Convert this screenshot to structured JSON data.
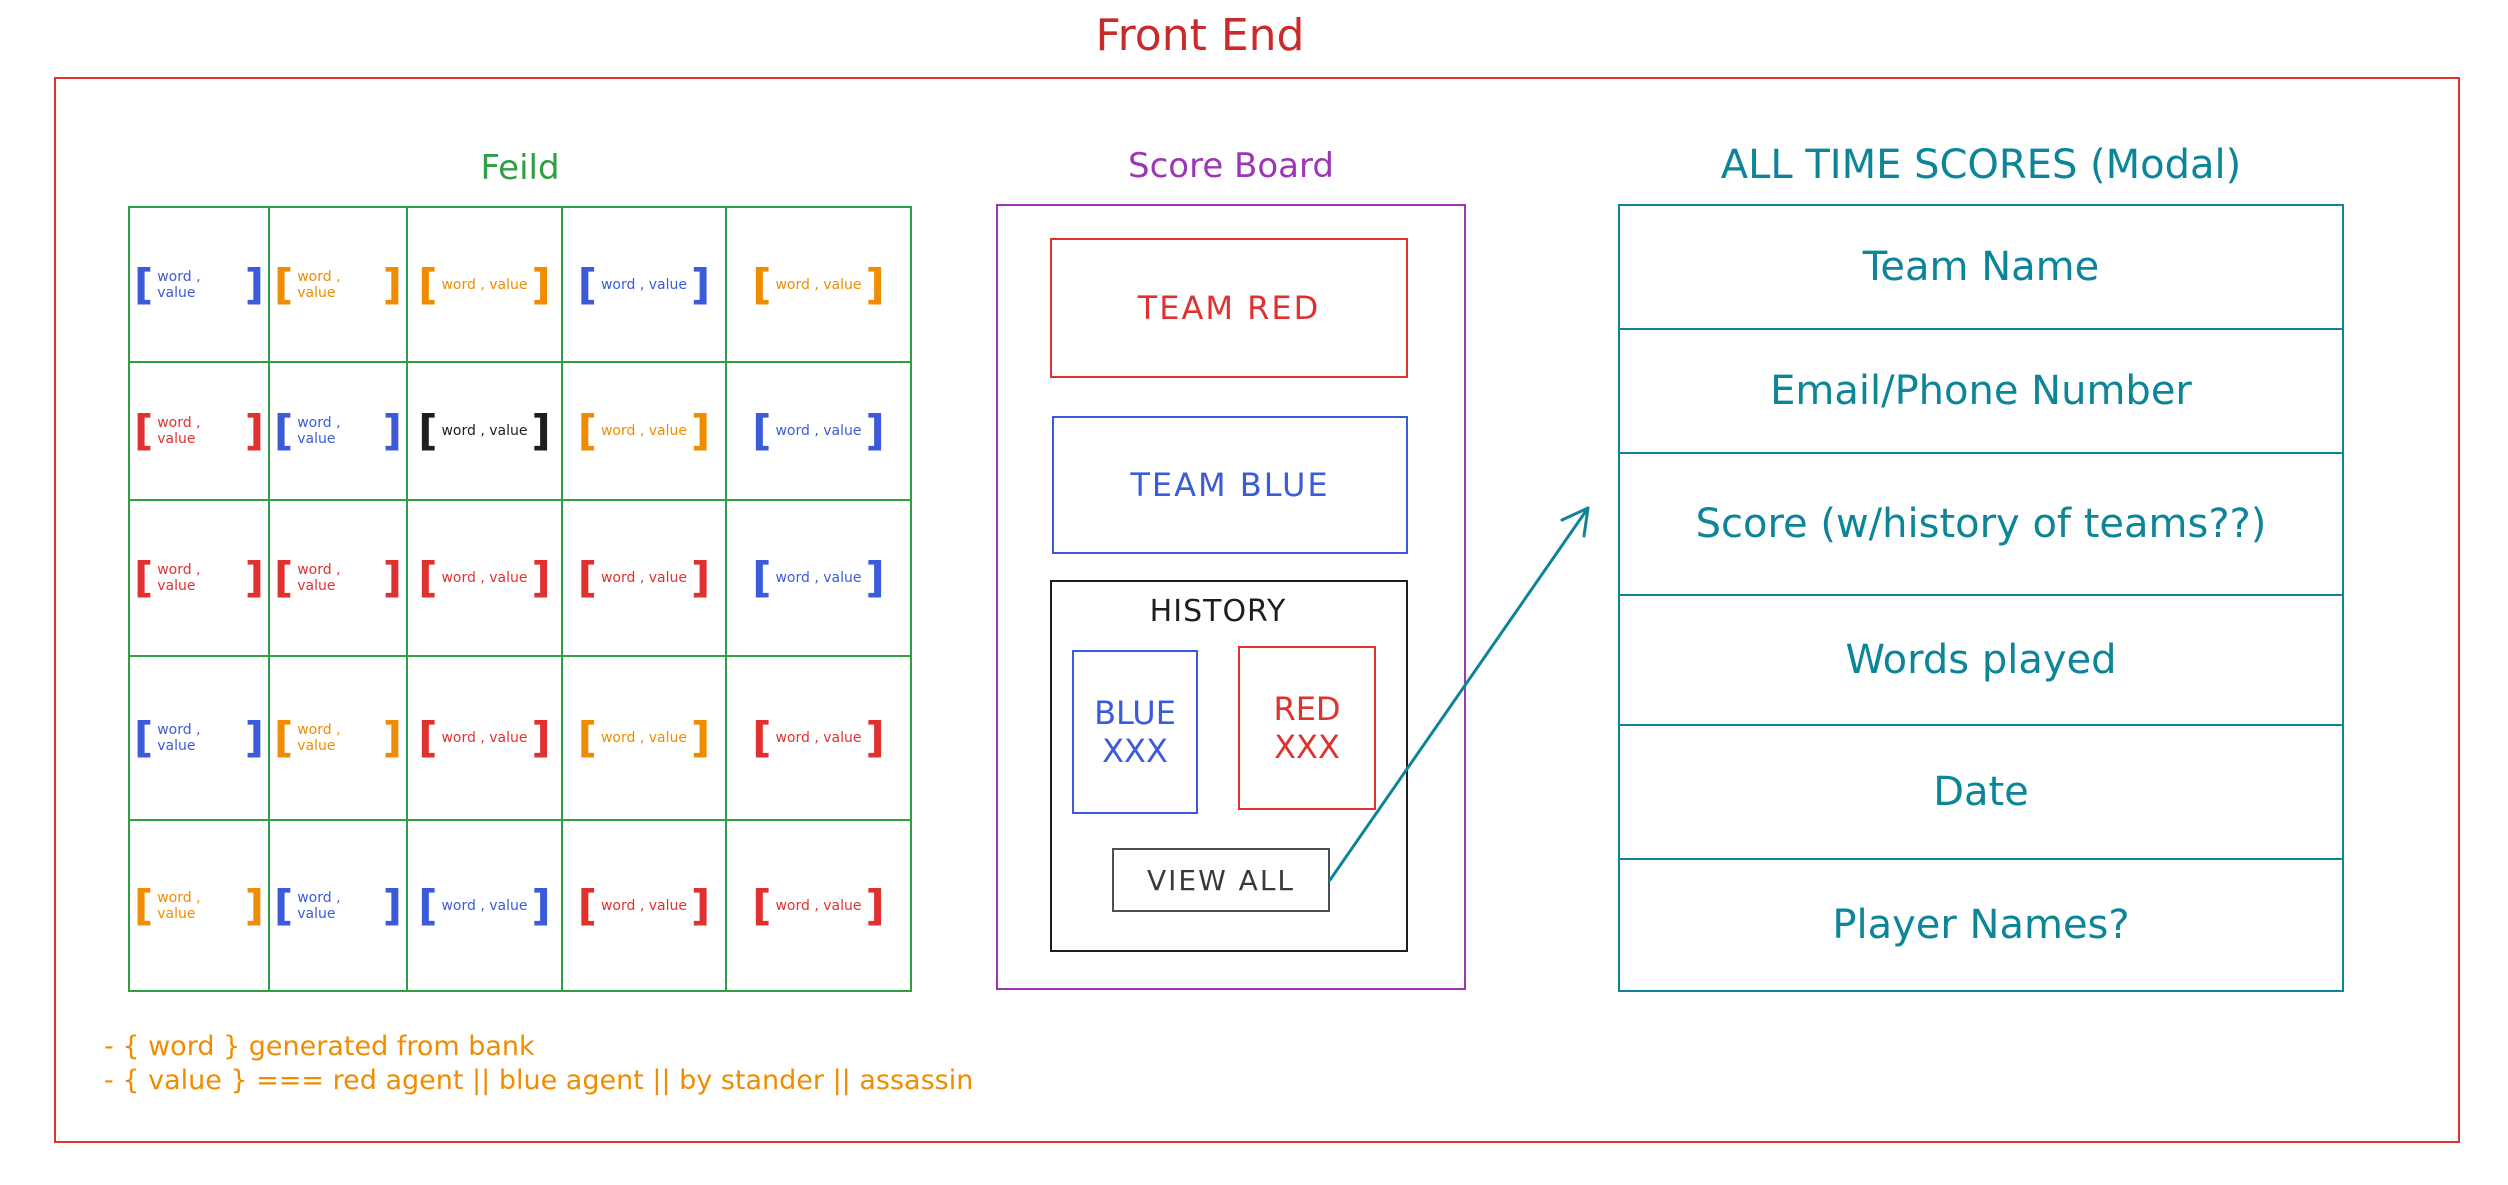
{
  "title": "Front End",
  "field": {
    "title": "Feild",
    "cards": [
      [
        {
          "c": "#3b5bdb"
        },
        {
          "c": "#f08c00"
        },
        {
          "c": "#f08c00"
        },
        {
          "c": "#3b5bdb"
        },
        {
          "c": "#f08c00"
        }
      ],
      [
        {
          "c": "#e03131"
        },
        {
          "c": "#3b5bdb"
        },
        {
          "c": "#1e1e1e"
        },
        {
          "c": "#f08c00"
        },
        {
          "c": "#3b5bdb"
        }
      ],
      [
        {
          "c": "#e03131"
        },
        {
          "c": "#e03131"
        },
        {
          "c": "#e03131"
        },
        {
          "c": "#e03131"
        },
        {
          "c": "#3b5bdb"
        }
      ],
      [
        {
          "c": "#3b5bdb"
        },
        {
          "c": "#f08c00"
        },
        {
          "c": "#e03131"
        },
        {
          "c": "#f08c00"
        },
        {
          "c": "#e03131"
        }
      ],
      [
        {
          "c": "#f08c00"
        },
        {
          "c": "#3b5bdb"
        },
        {
          "c": "#3b5bdb"
        },
        {
          "c": "#e03131"
        },
        {
          "c": "#e03131"
        }
      ]
    ],
    "card_label": "word , value"
  },
  "score_board": {
    "title": "Score Board",
    "team_red": "TEAM RED",
    "team_blue": "TEAM BLUE",
    "history": {
      "title": "HISTORY",
      "blue_label": "BLUE",
      "blue_value": "XXX",
      "red_label": "RED",
      "red_value": "XXX",
      "view_all": "VIEW ALL"
    }
  },
  "modal": {
    "title": "ALL TIME SCORES (Modal)",
    "rows": [
      "Team Name",
      "Email/Phone Number",
      "Score (w/history of teams??)",
      "Words played",
      "Date",
      "Player Names?"
    ]
  },
  "notes": [
    "- { word } generated from bank",
    "- { value } === red agent || blue agent || by stander || assassin"
  ],
  "colors": {
    "frame": "#e03131",
    "field": "#2f9e44",
    "score_board": "#9c36b5",
    "red": "#e03131",
    "blue": "#3b5bdb",
    "orange": "#f08c00",
    "teal": "#0c8599"
  }
}
